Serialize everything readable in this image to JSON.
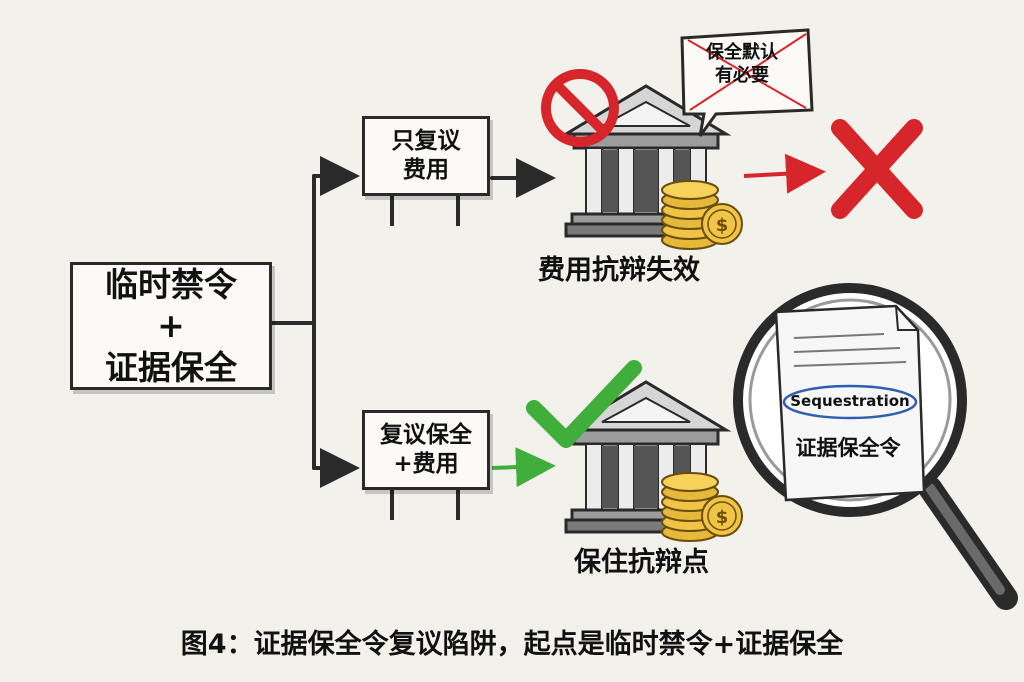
{
  "start": {
    "line1": "临时禁令",
    "plus": "+",
    "line2": "证据保全"
  },
  "sign_fee": {
    "line1": "只复议",
    "line2": "费用"
  },
  "sign_both": {
    "line1": "复议保全",
    "line2": "+费用"
  },
  "speech_bubble": {
    "line1": "保全默认",
    "line2": "有必要"
  },
  "result_fail": "费用抗辩失效",
  "result_keep": "保住抗辩点",
  "magnifier": {
    "tag": "Sequestration",
    "label": "证据保全令"
  },
  "caption": "图4：证据保全令复议陷阱，起点是临时禁令+证据保全",
  "icons": {
    "prohibited": "no-entry-icon",
    "check": "checkmark-icon",
    "cross": "x-mark-icon",
    "court": "courthouse-icon",
    "coins": "coin-stack-icon",
    "magnifier": "magnifying-glass-icon"
  },
  "colors": {
    "fail_red": "#d7262b",
    "success_green": "#3fae3a",
    "ink": "#2a2a2a",
    "gold": "#e7b93a",
    "oval_blue": "#2f5fb3"
  }
}
